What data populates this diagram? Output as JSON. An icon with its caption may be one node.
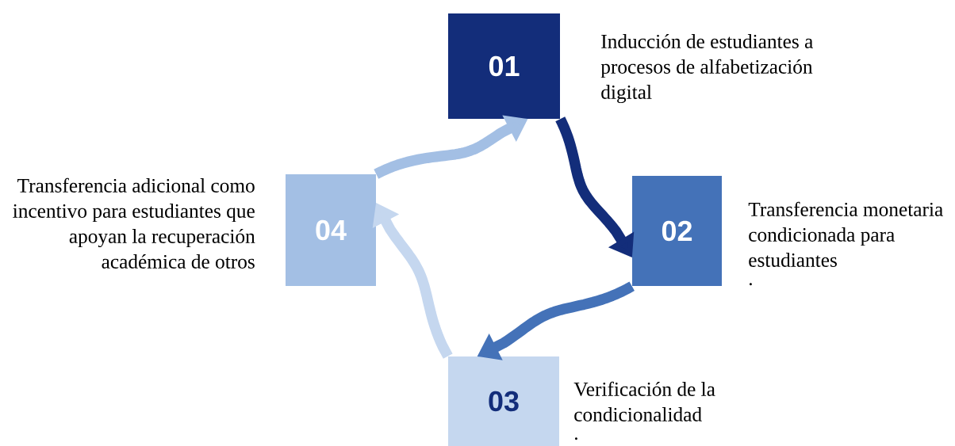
{
  "diagram": {
    "nodes": [
      {
        "text": [
          "01"
        ],
        "beside": [
          "Inducción de estudiantes a procesos de alfabetización digital"
        ]
      },
      {
        "text": [
          "02"
        ],
        "beside": [
          "Transferencia monetaria condicionada para estudiantes",
          "."
        ]
      },
      {
        "text": [
          "03"
        ],
        "beside": [
          "Verificación de la condicionalidad",
          "."
        ]
      },
      {
        "text": [
          "04"
        ],
        "beside": [
          "Transferencia adicional como incentivo para estudiantes que apoyan la recuperación académica de otros"
        ]
      }
    ],
    "edges": [
      {
        "from": 0,
        "to": 1,
        "arrow": "to",
        "color": "#132d7a"
      },
      {
        "from": 1,
        "to": 2,
        "arrow": "to",
        "color": "#4472b8"
      },
      {
        "from": 2,
        "to": 3,
        "arrow": "to",
        "color": "#c5d7ef"
      },
      {
        "from": 3,
        "to": 0,
        "arrow": "to",
        "color": "#a3bfe4"
      }
    ]
  }
}
